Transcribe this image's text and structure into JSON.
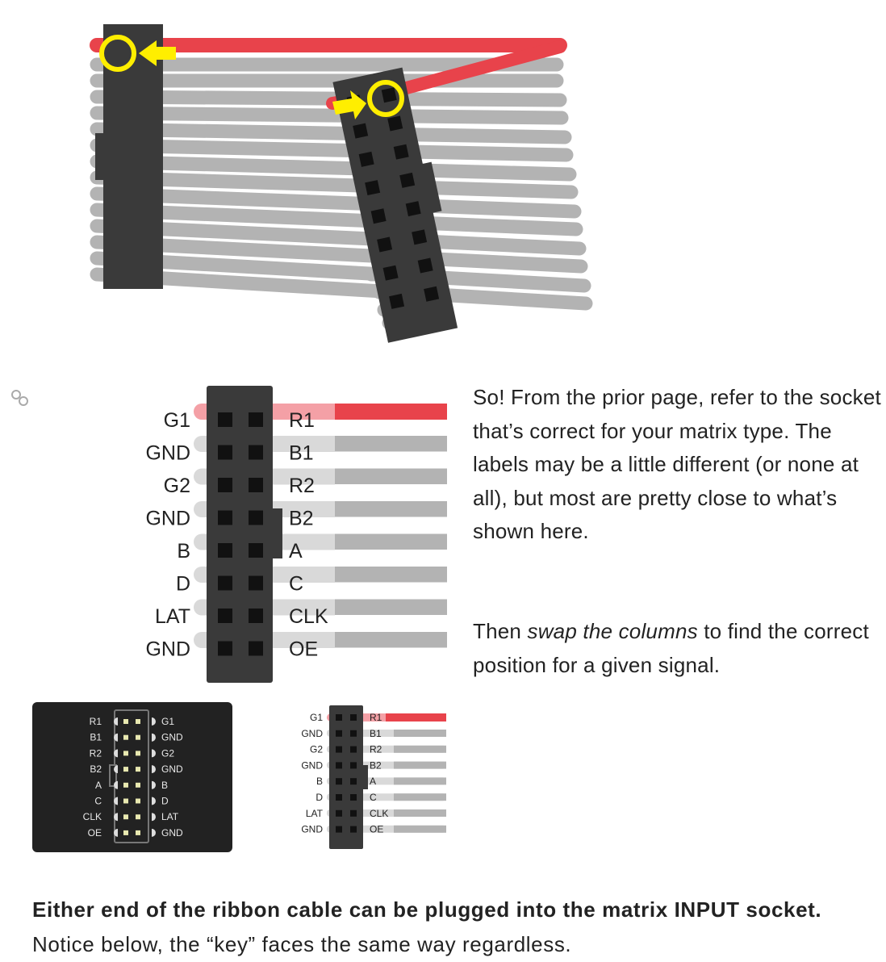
{
  "text": {
    "para1": "So! From the prior page, refer to the socket that’s correct for your matrix type. The labels may be a little different (or none at all), but most are pretty close to what’s shown here.",
    "para2_before": "Then ",
    "para2_em": "swap the columns",
    "para2_after": " to find the correct position for a given signal.",
    "bottom_bold": "Either end of the ribbon cable can be plugged into the matrix INPUT socket.",
    "bottom_rest": " Notice below, the “key” faces the same way regardless."
  },
  "pinout": {
    "left": [
      "G1",
      "GND",
      "G2",
      "GND",
      "B",
      "D",
      "LAT",
      "GND"
    ],
    "right": [
      "R1",
      "B1",
      "R2",
      "B2",
      "A",
      "C",
      "CLK",
      "OE"
    ]
  },
  "matrix_socket": {
    "left": [
      "R1",
      "B1",
      "R2",
      "B2",
      "A",
      "C",
      "CLK",
      "OE"
    ],
    "right": [
      "G1",
      "GND",
      "G2",
      "GND",
      "B",
      "D",
      "LAT",
      "GND"
    ]
  },
  "colors": {
    "wire_red": "#e8434b",
    "wire_pink": "#f4a0a6",
    "wire_gray": "#b3b3b3",
    "wire_light": "#d9d9d9",
    "connector": "#3a3a3a",
    "highlight": "#ffee00",
    "panel": "#222222"
  }
}
